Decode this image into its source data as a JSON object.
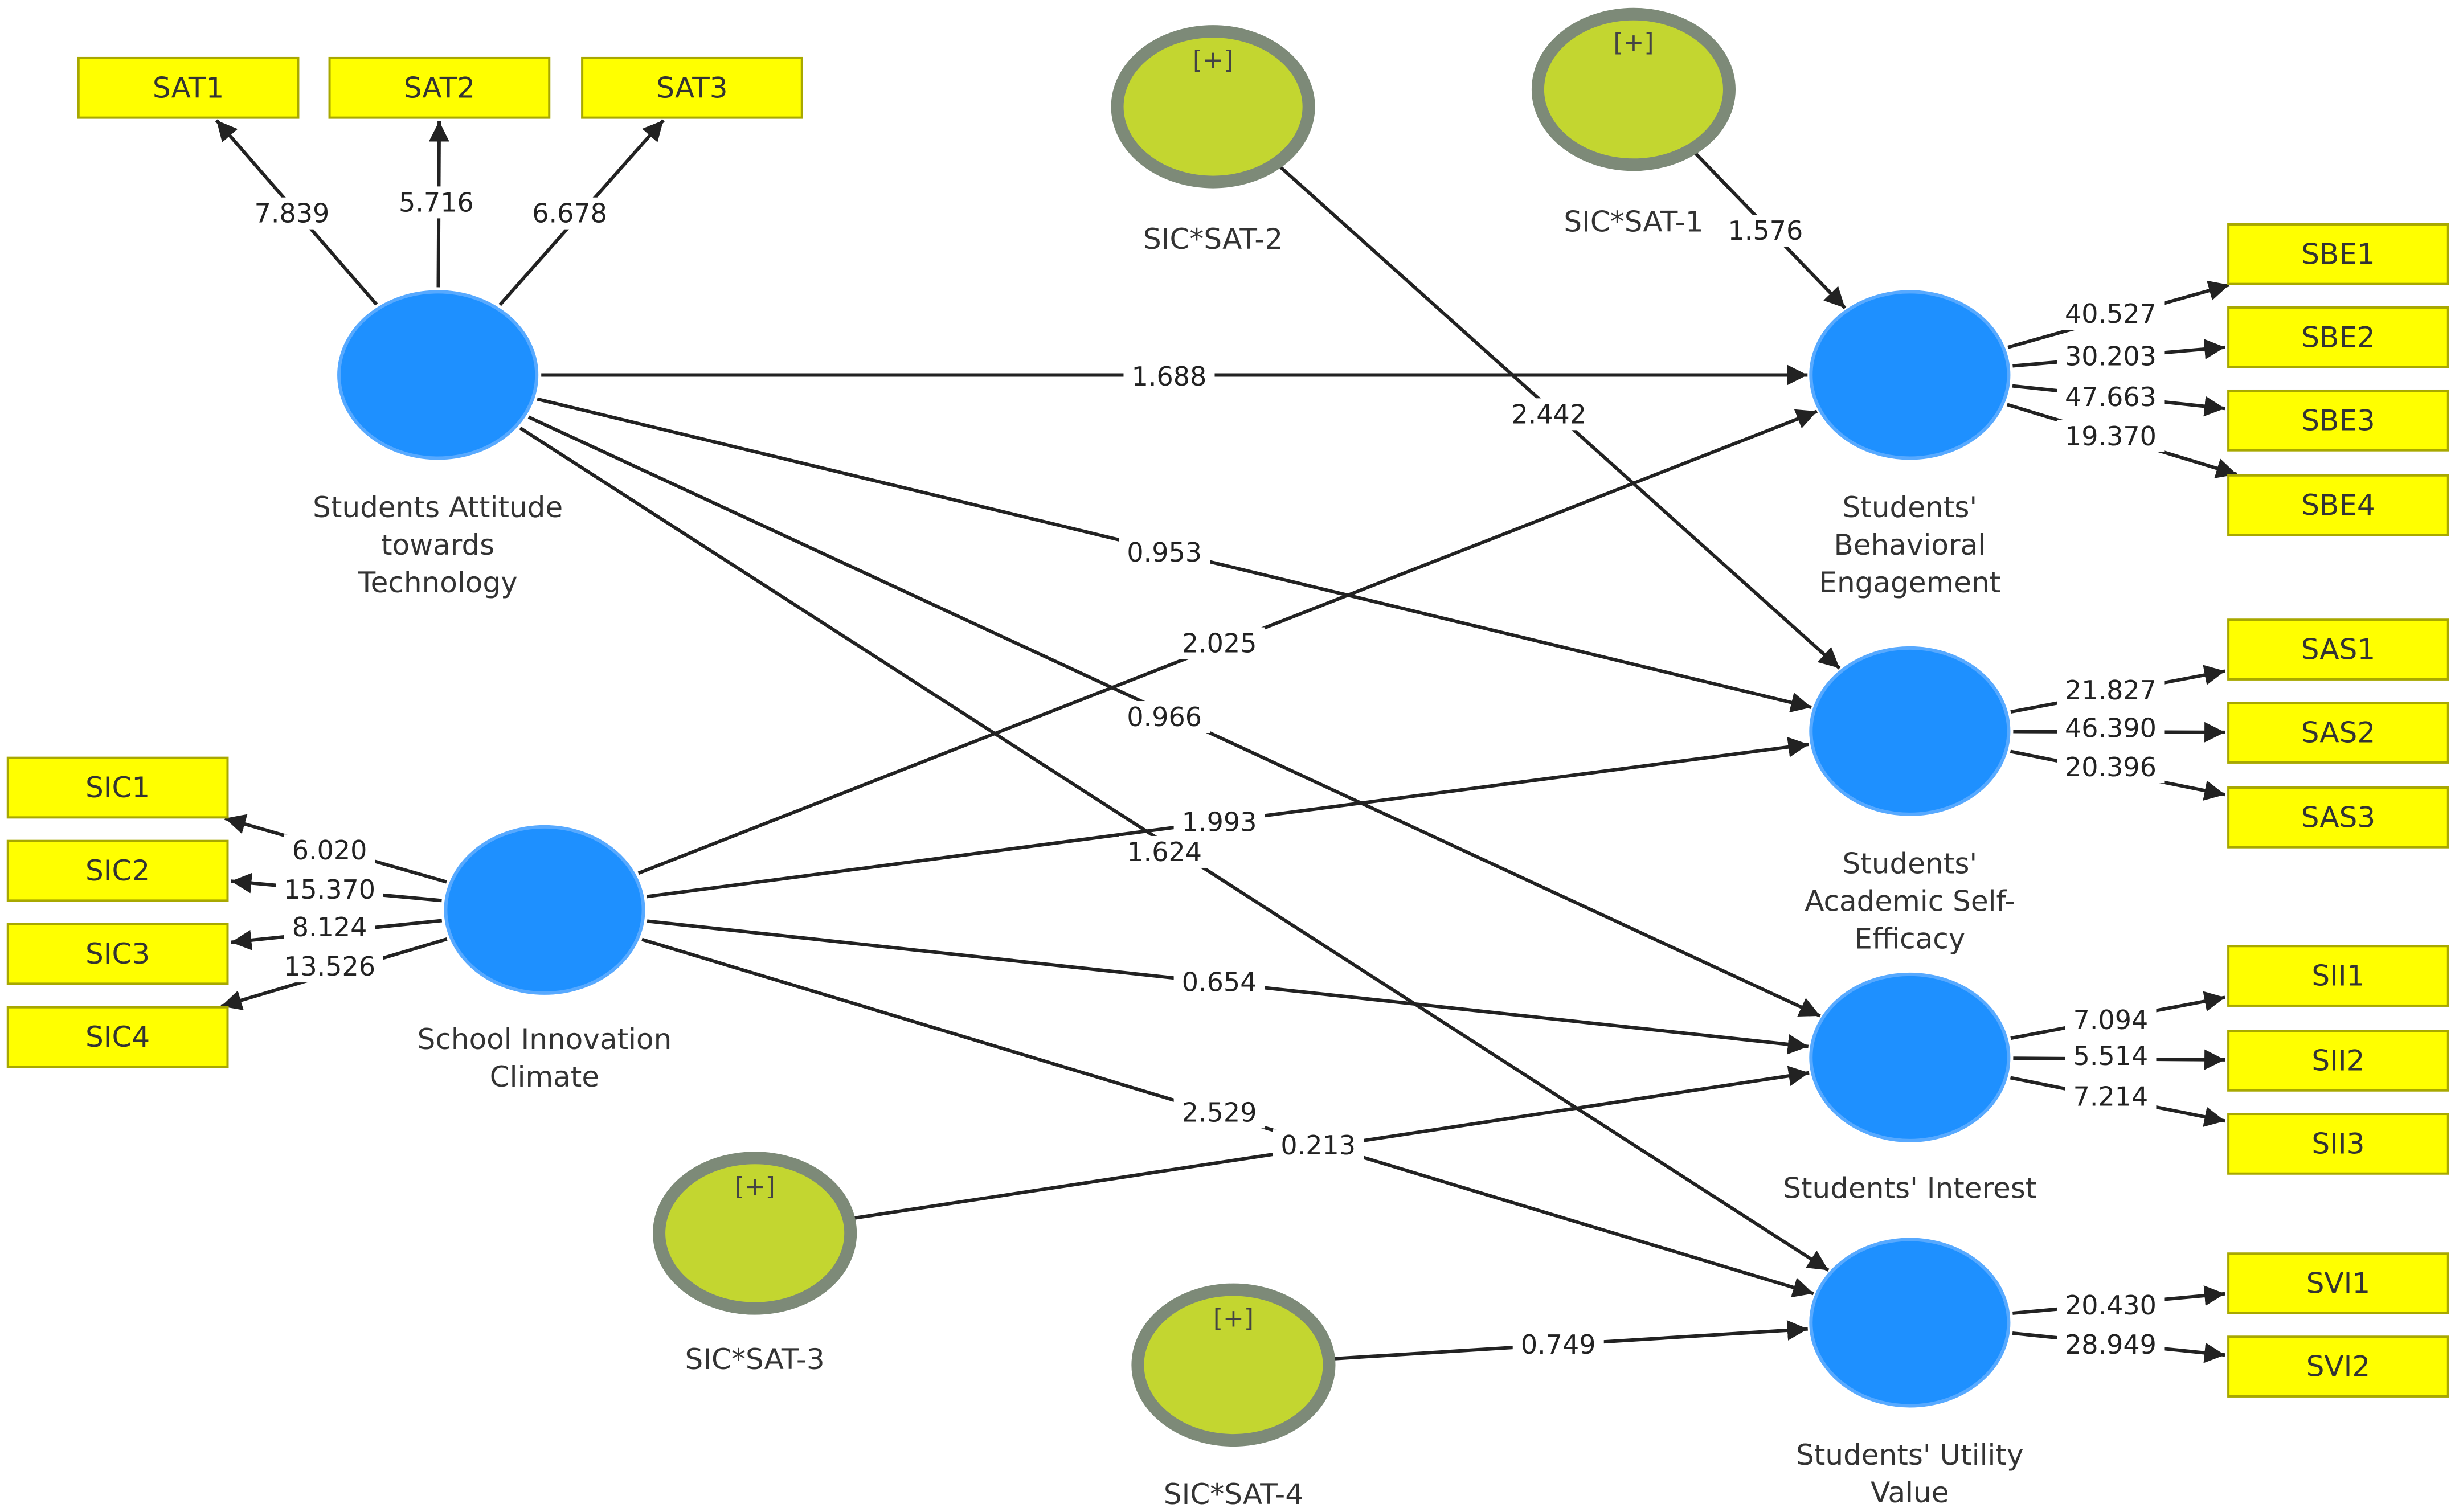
{
  "colors": {
    "indicator_fill": "#ffff00",
    "construct_fill": "#1e90ff",
    "moderator_fill": "#c3d630",
    "moderator_ring": "#7d8a78",
    "line": "#222222"
  },
  "indicators": [
    {
      "id": "SAT1",
      "label": "SAT1"
    },
    {
      "id": "SAT2",
      "label": "SAT2"
    },
    {
      "id": "SAT3",
      "label": "SAT3"
    },
    {
      "id": "SIC1",
      "label": "SIC1"
    },
    {
      "id": "SIC2",
      "label": "SIC2"
    },
    {
      "id": "SIC3",
      "label": "SIC3"
    },
    {
      "id": "SIC4",
      "label": "SIC4"
    },
    {
      "id": "SBE1",
      "label": "SBE1"
    },
    {
      "id": "SBE2",
      "label": "SBE2"
    },
    {
      "id": "SBE3",
      "label": "SBE3"
    },
    {
      "id": "SBE4",
      "label": "SBE4"
    },
    {
      "id": "SAS1",
      "label": "SAS1"
    },
    {
      "id": "SAS2",
      "label": "SAS2"
    },
    {
      "id": "SAS3",
      "label": "SAS3"
    },
    {
      "id": "SII1",
      "label": "SII1"
    },
    {
      "id": "SII2",
      "label": "SII2"
    },
    {
      "id": "SII3",
      "label": "SII3"
    },
    {
      "id": "SVI1",
      "label": "SVI1"
    },
    {
      "id": "SVI2",
      "label": "SVI2"
    }
  ],
  "constructs": [
    {
      "id": "SAT",
      "label": [
        "Students Attitude",
        "towards",
        "Technology"
      ]
    },
    {
      "id": "SIC",
      "label": [
        "School Innovation",
        "Climate"
      ]
    },
    {
      "id": "SBE",
      "label": [
        "Students'",
        "Behavioral",
        "Engagement"
      ]
    },
    {
      "id": "SAS",
      "label": [
        "Students'",
        "Academic Self-",
        "Efficacy"
      ]
    },
    {
      "id": "SII",
      "label": [
        "Students' Interest"
      ]
    },
    {
      "id": "SVI",
      "label": [
        "Students' Utility",
        "Value"
      ]
    }
  ],
  "moderators": [
    {
      "id": "M2",
      "label": "SIC*SAT-2",
      "badge": "[+]"
    },
    {
      "id": "M1",
      "label": "SIC*SAT-1",
      "badge": "[+]"
    },
    {
      "id": "M3",
      "label": "SIC*SAT-3",
      "badge": "[+]"
    },
    {
      "id": "M4",
      "label": "SIC*SAT-4",
      "badge": "[+]"
    }
  ],
  "loadings": [
    {
      "construct": "SAT",
      "indicator": "SAT1",
      "value": "7.839"
    },
    {
      "construct": "SAT",
      "indicator": "SAT2",
      "value": "5.716"
    },
    {
      "construct": "SAT",
      "indicator": "SAT3",
      "value": "6.678"
    },
    {
      "construct": "SIC",
      "indicator": "SIC1",
      "value": "6.020"
    },
    {
      "construct": "SIC",
      "indicator": "SIC2",
      "value": "15.370"
    },
    {
      "construct": "SIC",
      "indicator": "SIC3",
      "value": "8.124"
    },
    {
      "construct": "SIC",
      "indicator": "SIC4",
      "value": "13.526"
    },
    {
      "construct": "SBE",
      "indicator": "SBE1",
      "value": "40.527"
    },
    {
      "construct": "SBE",
      "indicator": "SBE2",
      "value": "30.203"
    },
    {
      "construct": "SBE",
      "indicator": "SBE3",
      "value": "47.663"
    },
    {
      "construct": "SBE",
      "indicator": "SBE4",
      "value": "19.370"
    },
    {
      "construct": "SAS",
      "indicator": "SAS1",
      "value": "21.827"
    },
    {
      "construct": "SAS",
      "indicator": "SAS2",
      "value": "46.390"
    },
    {
      "construct": "SAS",
      "indicator": "SAS3",
      "value": "20.396"
    },
    {
      "construct": "SII",
      "indicator": "SII1",
      "value": "7.094"
    },
    {
      "construct": "SII",
      "indicator": "SII2",
      "value": "5.514"
    },
    {
      "construct": "SII",
      "indicator": "SII3",
      "value": "7.214"
    },
    {
      "construct": "SVI",
      "indicator": "SVI1",
      "value": "20.430"
    },
    {
      "construct": "SVI",
      "indicator": "SVI2",
      "value": "28.949"
    }
  ],
  "paths": [
    {
      "from": "SAT",
      "to": "SBE",
      "value": "1.688"
    },
    {
      "from": "SAT",
      "to": "SAS",
      "value": "0.953"
    },
    {
      "from": "SAT",
      "to": "SII",
      "value": "0.966"
    },
    {
      "from": "SAT",
      "to": "SVI",
      "value": "1.624"
    },
    {
      "from": "SIC",
      "to": "SBE",
      "value": "2.025"
    },
    {
      "from": "SIC",
      "to": "SAS",
      "value": "1.993"
    },
    {
      "from": "SIC",
      "to": "SII",
      "value": "0.654"
    },
    {
      "from": "SIC",
      "to": "SVI",
      "value": "2.529"
    },
    {
      "from": "M1",
      "to": "SBE",
      "value": "1.576"
    },
    {
      "from": "M2",
      "to": "SAS",
      "value": "2.442"
    },
    {
      "from": "M3",
      "to": "SII",
      "value": "0.213"
    },
    {
      "from": "M4",
      "to": "SVI",
      "value": "0.749"
    }
  ]
}
